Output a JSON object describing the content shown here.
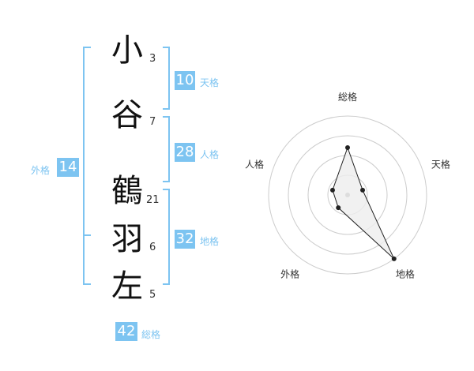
{
  "name": {
    "chars": [
      {
        "char": "小",
        "strokes": "3"
      },
      {
        "char": "谷",
        "strokes": "7"
      },
      {
        "char": "鶴",
        "strokes": "21"
      },
      {
        "char": "羽",
        "strokes": "6"
      },
      {
        "char": "左",
        "strokes": "5"
      }
    ]
  },
  "fortune": {
    "tenkaku": {
      "value": "10",
      "label": "天格"
    },
    "jinkaku": {
      "value": "28",
      "label": "人格"
    },
    "chikaku": {
      "value": "32",
      "label": "地格"
    },
    "gaikaku": {
      "value": "14",
      "label": "外格"
    },
    "soukaku": {
      "value": "42",
      "label": "総格"
    }
  },
  "colors": {
    "accent": "#7dc4f1",
    "badge_text": "#ffffff",
    "radar_line": "#222222",
    "grid": "#cccccc",
    "fill": "#eeeeee"
  },
  "chart_data": {
    "type": "radar",
    "axes": [
      "総格",
      "天格",
      "地格",
      "外格",
      "人格"
    ],
    "values": [
      3,
      1,
      5,
      1,
      1
    ],
    "range": [
      0,
      5
    ],
    "rings": 4
  }
}
